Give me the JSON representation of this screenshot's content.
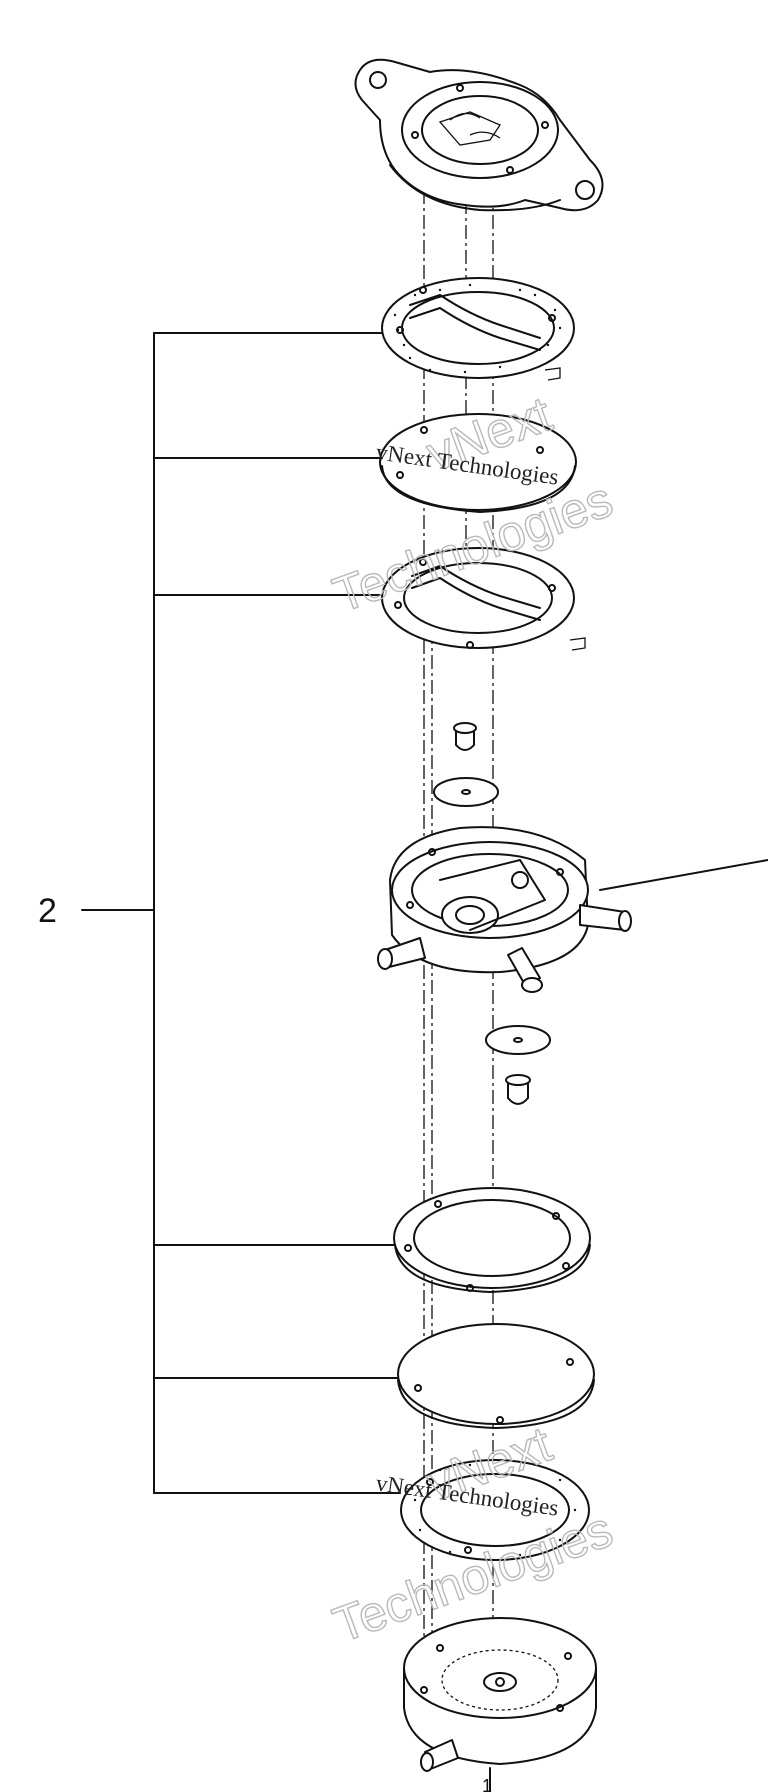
{
  "diagram": {
    "callouts": [
      {
        "id": "group",
        "label": "2"
      },
      {
        "id": "bottom",
        "label": "1"
      }
    ],
    "watermarks": [
      {
        "line1": "vNext Technologies",
        "outline_top": "vNext",
        "outline_bottom": "Technologies"
      },
      {
        "line1": "vNext Technologies",
        "outline_top": "vNext",
        "outline_bottom": "Technologies"
      }
    ]
  }
}
